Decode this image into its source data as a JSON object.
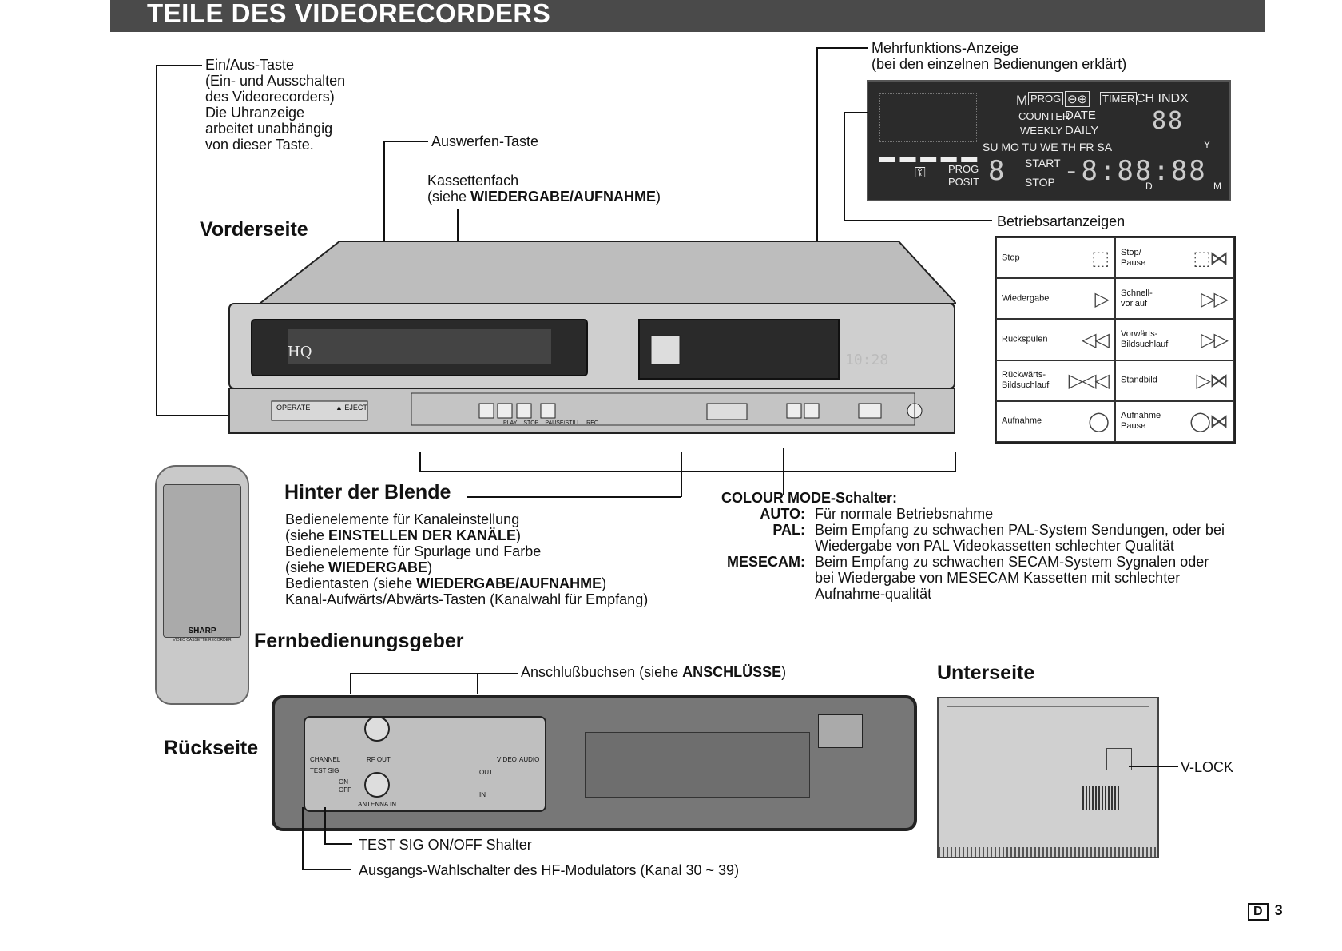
{
  "page": {
    "title": "TEILE DES VIDEORECORDERS",
    "page_letter": "D",
    "page_number": "3"
  },
  "front": {
    "section_title": "Vorderseite",
    "power_label": [
      "Ein/Aus-Taste",
      "(Ein- und Ausschalten",
      "des Videorecorders)",
      "Die Uhranzeige",
      "arbeitet unabhängig",
      "von dieser Taste."
    ],
    "eject_label": "Auswerfen-Taste",
    "cassette_label_1": "Kassettenfach",
    "cassette_label_2a": "(siehe ",
    "cassette_label_2b": "WIEDERGABE/AUFNAHME",
    "cassette_label_2c": ")",
    "display_label_1": "Mehrfunktions-Anzeige",
    "display_label_2": "(bei den einzelnen Bedienungen erklärt)",
    "mode_label": "Betriebsartanzeigen",
    "hq": "HQ",
    "clock": "10:28",
    "btn_operate": "OPERATE",
    "btn_eject": "▲ EJECT",
    "btn_row": [
      "PLAY",
      "STOP",
      "PAUSE/STILL",
      "REC"
    ]
  },
  "lcd": {
    "m": "M",
    "prog": "PROG",
    "vps": "⊖⊕",
    "timer": "TIMER",
    "chindx": "CH INDX",
    "counter": "COUNTER",
    "date": "DATE",
    "weekly": "WEEKLY",
    "daily": "DAILY",
    "days": "SU MO TU WE TH FR SA",
    "prog2": "PROG",
    "posit": "POSIT",
    "start": "START",
    "stop": "STOP",
    "d": "D",
    "mm": "M",
    "y": "Y"
  },
  "modes": [
    {
      "label": "Stop",
      "symbol": "⬚"
    },
    {
      "label": "Stop/\nPause",
      "symbol": "⬚⋈"
    },
    {
      "label": "Wiedergabe",
      "symbol": "▷"
    },
    {
      "label": "Schnell-\nvorlauf",
      "symbol": "▷▷"
    },
    {
      "label": "Rückspulen",
      "symbol": "◁◁"
    },
    {
      "label": "Vorwärts-\nBildsuchlauf",
      "symbol": "▷▷"
    },
    {
      "label": "Rückwärts-\nBildsuchlauf",
      "symbol": "▷◁◁"
    },
    {
      "label": "Standbild",
      "symbol": "▷⋈"
    },
    {
      "label": "Aufnahme",
      "symbol": "◯"
    },
    {
      "label": "Aufnahme\nPause",
      "symbol": "◯⋈"
    }
  ],
  "behind": {
    "title": "Hinter der Blende",
    "l1": "Bedienelemente für Kanaleinstellung",
    "l2a": "(siehe ",
    "l2b": "EINSTELLEN DER KANÄLE",
    "l2c": ")",
    "l3": "Bedienelemente für Spurlage und Farbe",
    "l4a": "(siehe ",
    "l4b": "WIEDERGABE",
    "l4c": ")",
    "l5a": "Bedientasten (siehe ",
    "l5b": "WIEDERGABE/AUFNAHME",
    "l5c": ")",
    "l6": "Kanal-Aufwärts/Abwärts-Tasten (Kanalwahl für Empfang)"
  },
  "colour": {
    "title": "COLOUR MODE-Schalter:",
    "auto_k": "AUTO:",
    "auto_v": "Für normale Betriebsnahme",
    "pal_k": "PAL:",
    "pal_v1": "Beim Empfang zu schwachen PAL-System Sendungen, oder bei",
    "pal_v2": "Wiedergabe von PAL Videokassetten schlechter Qualität",
    "mes_k": "MESECAM:",
    "mes_v1": "Beim Empfang zu schwachen SECAM-System Sygnalen oder",
    "mes_v2": "bei Wiedergabe von MESECAM Kassetten mit schlechter",
    "mes_v3": "Aufnahme-qualität"
  },
  "remote": {
    "title": "Fernbedienungsgeber",
    "brand": "SHARP",
    "sub": "VIDEO CASSETTE RECORDER"
  },
  "rear": {
    "title": "Rückseite",
    "conn_a": "Anschlußbuchsen (siehe ",
    "conn_b": "ANSCHLÜSSE",
    "conn_c": ")",
    "test": "TEST SIG ON/OFF Shalter",
    "modulator": "Ausgangs-Wahlschalter des HF-Modulators (Kanal 30 ~ 39)",
    "channel": "CHANNEL",
    "rfout": "RF OUT",
    "testsig": "TEST SIG",
    "on": "ON",
    "off": "OFF",
    "antenna": "ANTENNA IN",
    "video": "VIDEO",
    "audio": "AUDIO",
    "out": "OUT",
    "in": "IN"
  },
  "under": {
    "title": "Unterseite",
    "vlock": "V-LOCK"
  }
}
